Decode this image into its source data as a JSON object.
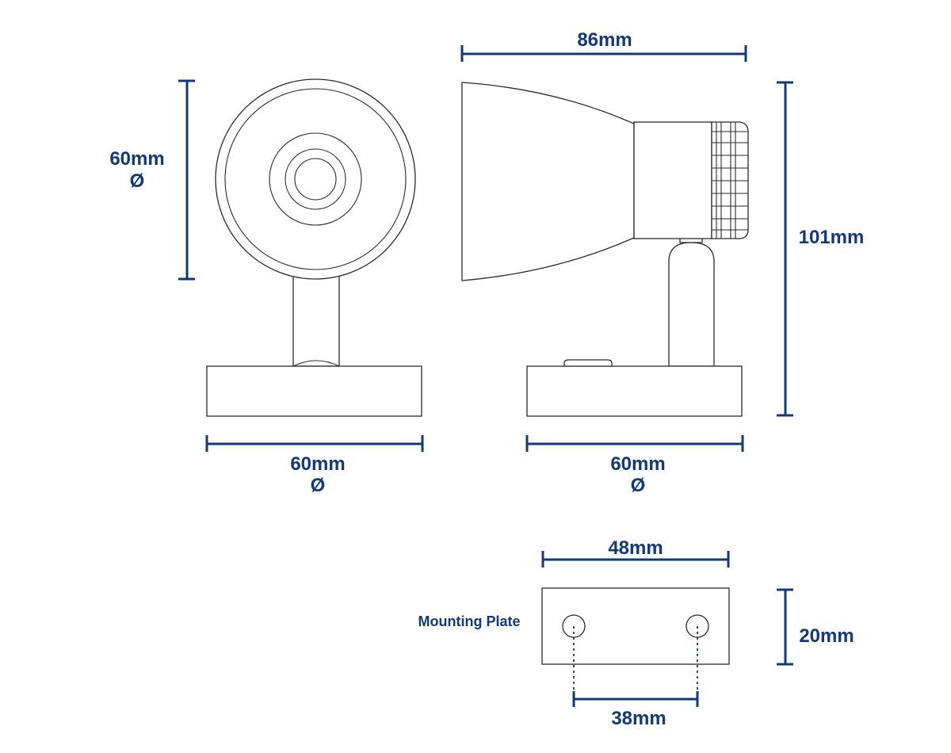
{
  "dimensions": {
    "front_height": "60mm",
    "front_height_symbol": "Ø",
    "front_base_width": "60mm",
    "front_base_symbol": "Ø",
    "side_length": "86mm",
    "side_height": "101mm",
    "side_base_width": "60mm",
    "side_base_symbol": "Ø",
    "plate_width": "48mm",
    "plate_height": "20mm",
    "hole_spacing": "38mm"
  },
  "labels": {
    "mounting_plate": "Mounting Plate"
  },
  "colors": {
    "dimension": "#12397a",
    "outline": "#2a2a2a",
    "background": "#ffffff"
  }
}
